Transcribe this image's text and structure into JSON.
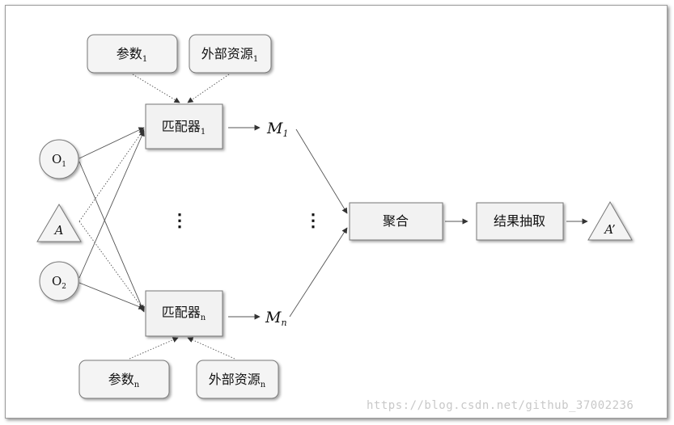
{
  "nodes": {
    "param_1": {
      "text": "参数",
      "sub": "1"
    },
    "ext_res_1": {
      "text": "外部资源",
      "sub": "1"
    },
    "matcher_1": {
      "text": "匹配器",
      "sub": "1"
    },
    "output_1": {
      "text": "M",
      "sub": "1"
    },
    "o1": {
      "text": "O",
      "sub": "1"
    },
    "a_input": {
      "text": "A"
    },
    "o2": {
      "text": "O",
      "sub": "2"
    },
    "vdots_left": {
      "text": "⋮"
    },
    "vdots_mid": {
      "text": "⋮"
    },
    "aggregate": {
      "text": "聚合"
    },
    "result_extract": {
      "text": "结果抽取"
    },
    "a_output": {
      "text": "A’"
    },
    "matcher_n": {
      "text": "匹配器",
      "sub": "n"
    },
    "output_n": {
      "text": "M",
      "sub": "n"
    },
    "param_n": {
      "text": "参数",
      "sub": "n"
    },
    "ext_res_n": {
      "text": "外部资源",
      "sub": "n"
    }
  },
  "watermark": "https://blog.csdn.net/github_37002236"
}
